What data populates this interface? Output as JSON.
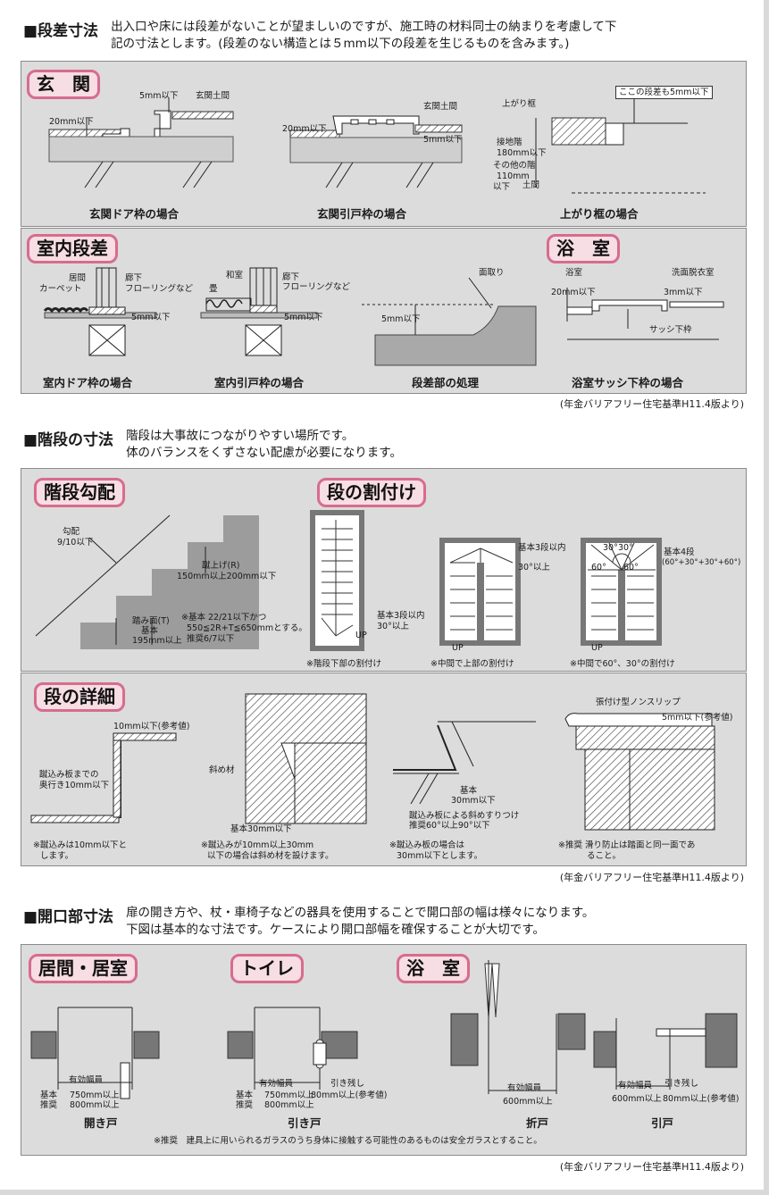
{
  "sec1": {
    "title": "■段差寸法",
    "desc1": "出入口や床には段差がないことが望ましいのですが、施工時の材料同士の納まりを考慮して下",
    "desc2": "記の寸法とします。(段差のない構造とは５mm以下の段差を生じるものを含みます。)",
    "genkan": {
      "tag": "玄　関",
      "cap1": "玄関ドア枠の場合",
      "cap2": "玄関引戸枠の場合",
      "cap3": "上がり框の場合",
      "l_5mm": "5mm以下",
      "l_dirt": "玄関土間",
      "l_20mm": "20mm以下",
      "l_20mm_b": "20mm以下",
      "l_dirt_b": "玄関土間",
      "l_5mm_b": "5mm以下",
      "l_kamachi": "上がり框",
      "l_here": "ここの段差も5mm以下",
      "l_h1": "接地階",
      "l_h2": "180mm以下",
      "l_h3": "その他の階",
      "l_h4": "110mm",
      "l_h5": "以下",
      "l_doma": "土間"
    },
    "shitsunai": {
      "tag": "室内段差",
      "cap1": "室内ドア枠の場合",
      "cap2": "室内引戸枠の場合",
      "cap3": "段差部の処理",
      "l_room": "居間",
      "l_carpet": "カーペット",
      "l_hall": "廊下",
      "l_floor": "フローリングなど",
      "l_5mm": "5mm以下",
      "l_wa": "和室",
      "l_tatami": "畳",
      "l_hall2": "廊下",
      "l_floor2": "フローリングなど",
      "l_5mm2": "5mm以下",
      "l_mentori": "面取り",
      "l_5mm3": "5mm以下"
    },
    "yokushitsu": {
      "tag": "浴　室",
      "cap": "浴室サッシ下枠の場合",
      "l_bath": "浴室",
      "l_dress": "洗面脱衣室",
      "l_20mm": "20mm以下",
      "l_3mm": "3mm以下",
      "l_sash": "サッシ下枠"
    },
    "source": "(年金バリアフリー住宅基準H11.4版より)"
  },
  "sec2": {
    "title": "■階段の寸法",
    "desc1": "階段は大事故につながりやすい場所です。",
    "desc2": "体のバランスをくずさない配慮が必要になります。",
    "kobai": {
      "tag": "階段勾配",
      "l_grad1": "勾配",
      "l_grad2": "9/10以下",
      "l_rise1": "蹴上げ(R)",
      "l_rise2": "150mm以上200mm以下",
      "l_tread1": "踏み面(T)",
      "l_tread2": "基本",
      "l_tread3": "195mm以上",
      "n1": "※基本 22/21以下かつ",
      "n2": "550≦2R+T≦650mmとする。",
      "n3": "推奨6/7以下"
    },
    "waritsuke": {
      "tag": "段の割付け",
      "l_a1": "基本3段以内",
      "l_a2": "30°以上",
      "l_up1": "UP",
      "l_b1": "基本3段以内",
      "l_b2": "30°以上",
      "l_up2": "UP",
      "l_c30a": "30°",
      "l_c30b": "30°",
      "l_c60a": "60°",
      "l_c60b": "60°",
      "l_c1": "基本4段",
      "l_c2": "(60°+30°+30°+60°)",
      "l_up3": "UP",
      "n1": "※階段下部の割付け",
      "n2": "※中間で上部の割付け",
      "n3": "※中間で60°、30°の割付け"
    },
    "shosai": {
      "tag": "段の詳細",
      "l_10mm": "10mm以下(参考値)",
      "l_kekomi1": "蹴込み板までの",
      "l_kekomi2": "奥行き10mm以下",
      "l_shamen": "斜め材",
      "l_30mm": "基本30mm以下",
      "l_kihon": "基本",
      "l_30mm2": "30mm以下",
      "l_suri1": "蹴込み板による斜めすりつけ",
      "l_suri2": "推奨60°以上90°以下",
      "l_nonslip": "張付け型ノンスリップ",
      "l_5mm": "5mm以下(参考値)",
      "n1a": "※蹴込みは10mm以下と",
      "n1b": "します。",
      "n2a": "※蹴込みが10mm以上30mm",
      "n2b": "以下の場合は斜め材を設けます。",
      "n3a": "※蹴込み板の場合は",
      "n3b": "30mm以下とします。",
      "n4a": "※推奨 滑り防止は踏面と同一面であ",
      "n4b": "ること。"
    },
    "source": "(年金バリアフリー住宅基準H11.4版より)"
  },
  "sec3": {
    "title": "■開口部寸法",
    "desc1": "扉の開き方や、杖・車椅子などの器具を使用することで開口部の幅は様々になります。",
    "desc2": "下図は基本的な寸法です。ケースにより開口部幅を確保することが大切です。",
    "tag1": "居間・居室",
    "tag2": "トイレ",
    "tag3": "浴　室",
    "a": {
      "eff": "有効幅員",
      "k": "基本",
      "s": "推奨",
      "kv": "750mm以上",
      "sv": "800mm以上",
      "cap": "開き戸"
    },
    "b": {
      "eff": "有効幅員",
      "k": "基本",
      "s": "推奨",
      "kv": "750mm以上",
      "sv": "800mm以上",
      "extra": "80mm以上(参考値)",
      "hiki": "引き残し",
      "cap": "引き戸"
    },
    "c": {
      "eff": "有効幅員",
      "v": "600mm以上",
      "cap": "折戸"
    },
    "d": {
      "eff": "有効幅員",
      "v": "600mm以上",
      "hiki": "引き残し",
      "extra": "80mm以上(参考値)",
      "cap": "引戸"
    },
    "note": "※推奨　建具上に用いられるガラスのうち身体に接触する可能性のあるものは安全ガラスとすること。",
    "source": "(年金バリアフリー住宅基準H11.4版より)"
  }
}
